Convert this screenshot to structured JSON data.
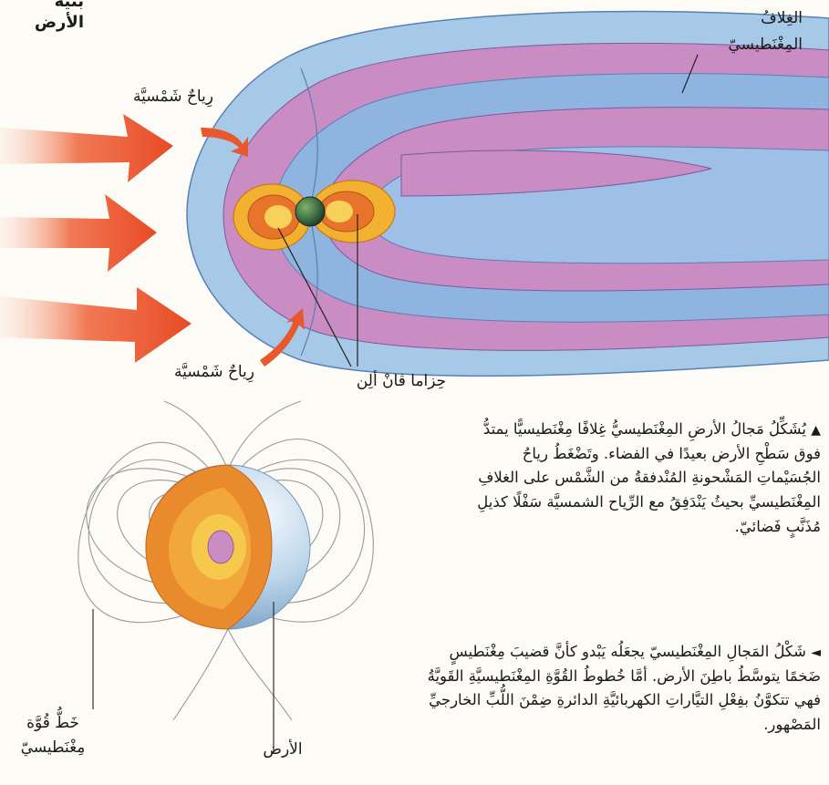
{
  "header": {
    "corner_title": "بنية الأرض"
  },
  "magnetosphere": {
    "label_sheath": "الغِلافُ المِغْنَطيسيّ",
    "label_wind_top": "رِياحٌ شَمْسيَّة",
    "label_wind_bottom": "رِياحٌ شَمْسيَّة",
    "label_belts": "حِزاما ڤانْ ألِن"
  },
  "earth_diagram": {
    "label_field_line": "خَطُّ قُوَّة مِغْنَطيسيّ",
    "label_earth": "الأرض"
  },
  "captions": [
    {
      "marker": "▲",
      "text": "يُشَكِّلُ مَجالُ الأرضِ المِغْنَطيسيُّ غِلافًا مِغْنَطيسيًّا يمتدُّ فوق سَطْحِ الأرض بعيدًا في الفضاء. وتَضْغَطُ رياحُ الجُسَيْماتِ المَشْحونةِ المُنْدفقةُ من الشَّمْس على الغلافِ المِغْنَطيسيِّ بحيثُ يَنْدَفِقُ مع الرِّياح الشمسيَّة سَفْلًا كذيلِ مُذَنَّبٍ فَضائيّ."
    },
    {
      "marker": "◄",
      "text": "شَكْلُ المَجالِ المِغْنَطيسيّ يجعَلُه يَبْدو كأنَّ قضيبَ مِغْنَطيسٍ ضَخمًا يتوسَّطُ باطِنَ الأرض. أمَّا خُطوطُ القُوَّةِ المِغْنَطيسيَّةِ القَويَّةُ فهي تتكوَّنُ بفِعْلِ التيَّاراتِ الكهربائيَّةِ الدائرةِ ضِمْنَ اللُّبِّ الخارجيِّ المَصْهور."
    }
  ]
}
